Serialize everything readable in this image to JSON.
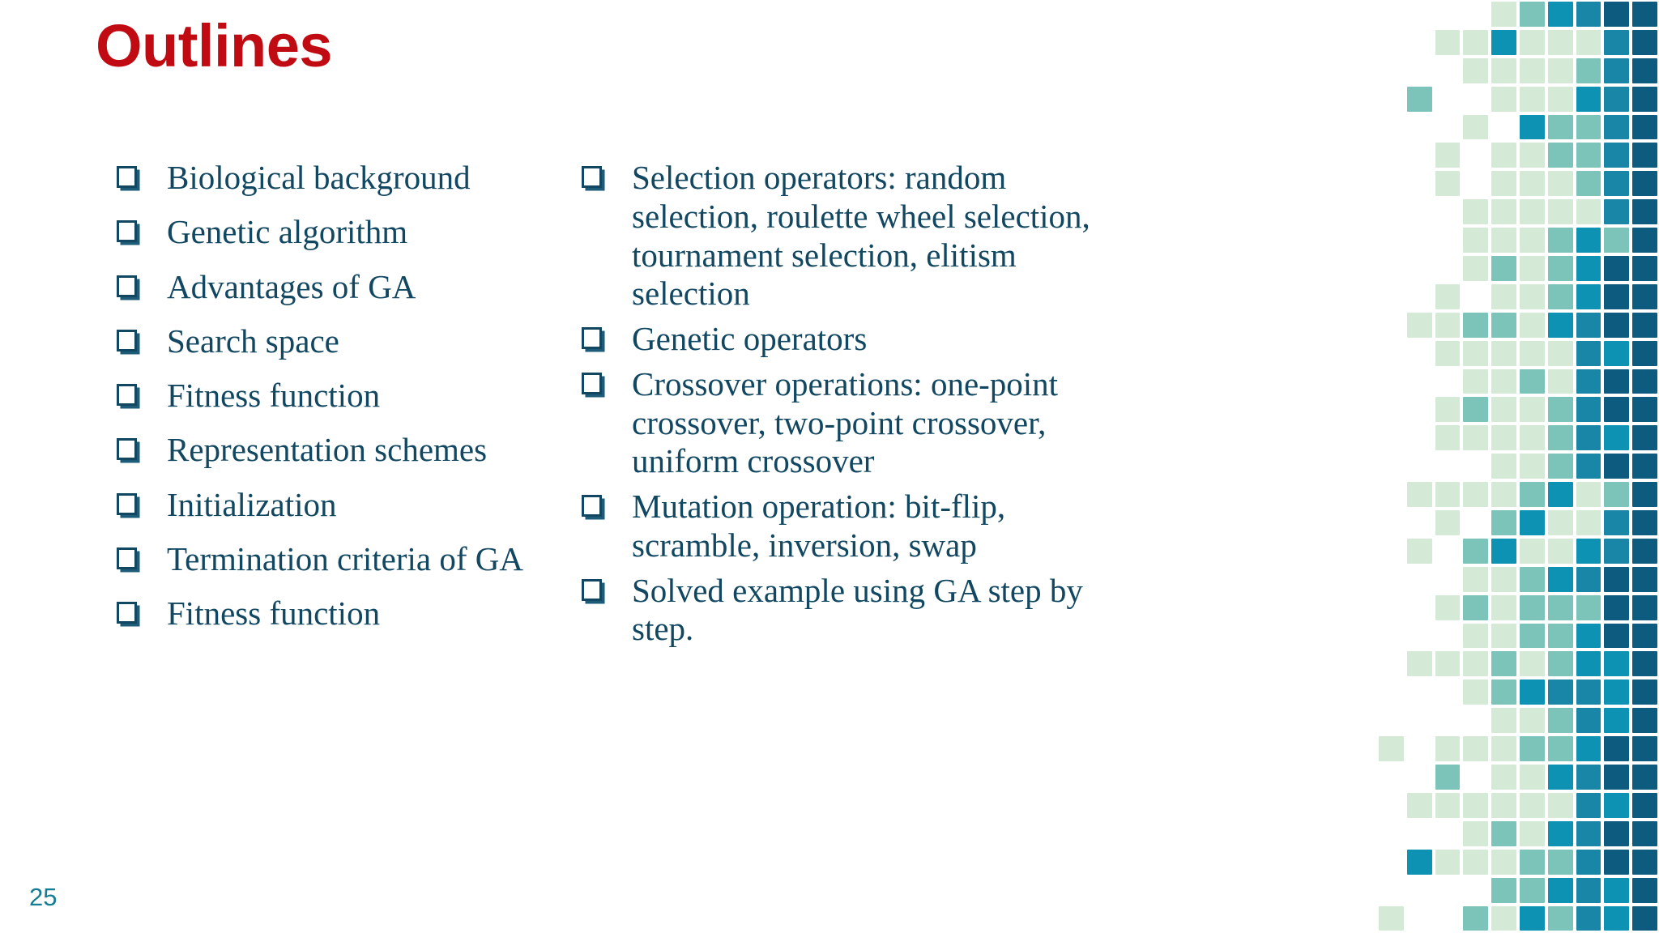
{
  "slide": {
    "title": "Outlines",
    "page_number": "25",
    "title_color": "#c10b12",
    "text_color": "#124761",
    "page_number_color": "#157d94",
    "background_color": "#ffffff"
  },
  "bullet_icon": "checkbox-square-icon",
  "left_column": {
    "items": [
      "Biological background",
      "Genetic algorithm",
      "Advantages of GA",
      "Search space",
      "Fitness function",
      "Representation schemes",
      "Initialization",
      "Termination criteria of GA",
      "Fitness function"
    ]
  },
  "right_column": {
    "items": [
      "Selection operators: random selection, roulette wheel selection, tournament selection, elitism selection",
      "Genetic operators",
      "Crossover operations: one-point crossover, two-point crossover, uniform crossover",
      "Mutation operation: bit-flip, scramble, inversion, swap",
      "Solved example using GA step by step."
    ]
  },
  "mosaic": {
    "palette": {
      "mint": "#d4e9d6",
      "sage": "#7cc3ba",
      "cyan": "#0e92b4",
      "teal": "#1986a8",
      "navy": "#0d5b7f",
      "empty": "transparent"
    },
    "columns": 10,
    "rows": 33,
    "grid": [
      [
        "e",
        "e",
        "e",
        "e",
        "m",
        "s",
        "c",
        "t",
        "n",
        "n"
      ],
      [
        "e",
        "e",
        "m",
        "m",
        "c",
        "m",
        "m",
        "m",
        "t",
        "n"
      ],
      [
        "e",
        "e",
        "e",
        "m",
        "m",
        "m",
        "m",
        "s",
        "t",
        "n"
      ],
      [
        "e",
        "s",
        "e",
        "e",
        "m",
        "m",
        "m",
        "c",
        "t",
        "n"
      ],
      [
        "e",
        "e",
        "e",
        "m",
        "e",
        "c",
        "s",
        "s",
        "t",
        "n"
      ],
      [
        "e",
        "e",
        "m",
        "e",
        "m",
        "m",
        "s",
        "s",
        "t",
        "n"
      ],
      [
        "e",
        "e",
        "m",
        "e",
        "m",
        "m",
        "m",
        "s",
        "t",
        "n"
      ],
      [
        "e",
        "e",
        "e",
        "m",
        "m",
        "m",
        "m",
        "m",
        "t",
        "n"
      ],
      [
        "e",
        "e",
        "e",
        "m",
        "m",
        "m",
        "s",
        "c",
        "s",
        "n"
      ],
      [
        "e",
        "e",
        "e",
        "m",
        "s",
        "m",
        "s",
        "c",
        "n",
        "n"
      ],
      [
        "e",
        "e",
        "m",
        "e",
        "m",
        "m",
        "s",
        "c",
        "n",
        "n"
      ],
      [
        "e",
        "m",
        "m",
        "s",
        "s",
        "m",
        "c",
        "t",
        "n",
        "n"
      ],
      [
        "e",
        "e",
        "m",
        "m",
        "m",
        "m",
        "m",
        "t",
        "c",
        "n"
      ],
      [
        "e",
        "e",
        "e",
        "m",
        "m",
        "s",
        "m",
        "t",
        "n",
        "n"
      ],
      [
        "e",
        "e",
        "m",
        "s",
        "m",
        "m",
        "s",
        "t",
        "n",
        "n"
      ],
      [
        "e",
        "e",
        "m",
        "m",
        "m",
        "m",
        "s",
        "t",
        "c",
        "n"
      ],
      [
        "e",
        "e",
        "e",
        "e",
        "m",
        "m",
        "s",
        "t",
        "n",
        "n"
      ],
      [
        "e",
        "m",
        "m",
        "m",
        "m",
        "s",
        "c",
        "m",
        "s",
        "n"
      ],
      [
        "e",
        "e",
        "m",
        "e",
        "s",
        "c",
        "m",
        "m",
        "t",
        "n"
      ],
      [
        "e",
        "m",
        "e",
        "s",
        "c",
        "m",
        "m",
        "c",
        "t",
        "n"
      ],
      [
        "e",
        "e",
        "e",
        "m",
        "m",
        "s",
        "c",
        "t",
        "n",
        "n"
      ],
      [
        "e",
        "e",
        "m",
        "s",
        "m",
        "s",
        "s",
        "s",
        "n",
        "n"
      ],
      [
        "e",
        "e",
        "e",
        "m",
        "m",
        "s",
        "s",
        "c",
        "n",
        "n"
      ],
      [
        "e",
        "m",
        "m",
        "m",
        "s",
        "m",
        "s",
        "c",
        "c",
        "n"
      ],
      [
        "e",
        "e",
        "e",
        "m",
        "s",
        "c",
        "t",
        "t",
        "c",
        "n"
      ],
      [
        "e",
        "e",
        "e",
        "e",
        "m",
        "m",
        "s",
        "t",
        "c",
        "n"
      ],
      [
        "m",
        "e",
        "m",
        "m",
        "m",
        "s",
        "s",
        "c",
        "n",
        "n"
      ],
      [
        "e",
        "e",
        "s",
        "e",
        "m",
        "m",
        "c",
        "t",
        "n",
        "n"
      ],
      [
        "e",
        "m",
        "m",
        "m",
        "m",
        "m",
        "m",
        "t",
        "c",
        "n"
      ],
      [
        "e",
        "e",
        "e",
        "m",
        "s",
        "m",
        "c",
        "t",
        "n",
        "n"
      ],
      [
        "e",
        "c",
        "m",
        "m",
        "m",
        "s",
        "s",
        "t",
        "n",
        "n"
      ],
      [
        "e",
        "e",
        "e",
        "e",
        "s",
        "s",
        "c",
        "t",
        "c",
        "n"
      ],
      [
        "m",
        "e",
        "e",
        "s",
        "m",
        "c",
        "s",
        "t",
        "c",
        "n"
      ]
    ]
  }
}
